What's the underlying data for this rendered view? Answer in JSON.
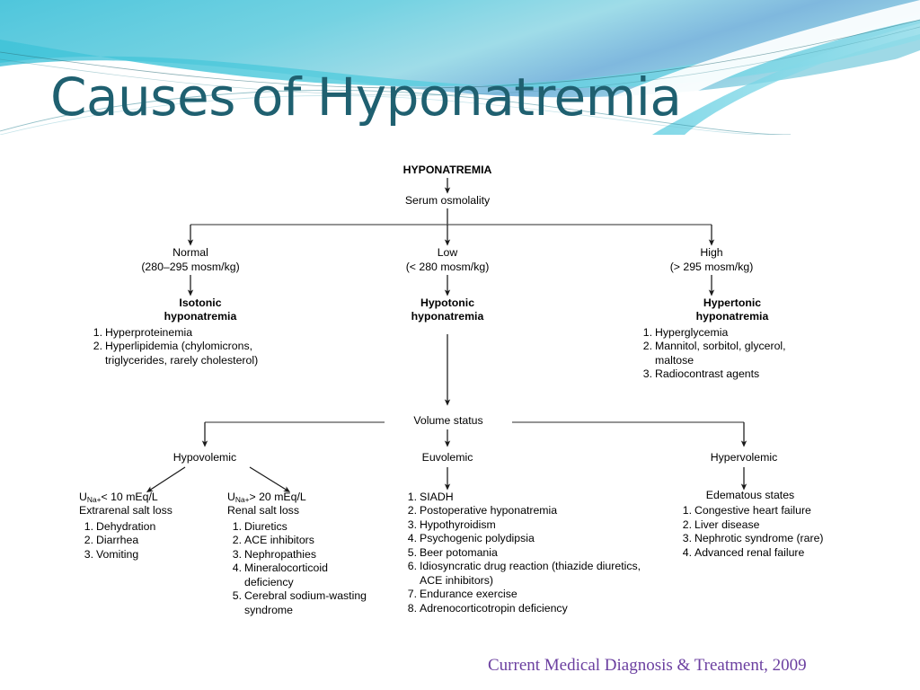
{
  "slide": {
    "title": "Causes of Hyponatremia",
    "title_color": "#1F6070",
    "citation": "Current Medical Diagnosis & Treatment, 2009",
    "citation_color": "#6B3FA0",
    "background": "#ffffff"
  },
  "chart_data": {
    "type": "diagram",
    "title": "HYPONATREMIA",
    "root": "HYPONATREMIA",
    "decision_1": "Serum osmolality",
    "decision_2": "Volume status",
    "osmolality_branches": [
      {
        "level": "Normal",
        "range": "(280–295 mosm/kg)",
        "diagnosis_line1": "Isotonic",
        "diagnosis_line2": "hyponatremia",
        "causes": [
          "Hyperproteinemia",
          "Hyperlipidemia (chylomicrons, triglycerides, rarely cholesterol)"
        ]
      },
      {
        "level": "Low",
        "range": "(< 280 mosm/kg)",
        "diagnosis_line1": "Hypotonic",
        "diagnosis_line2": "hyponatremia",
        "causes": []
      },
      {
        "level": "High",
        "range": "(> 295 mosm/kg)",
        "diagnosis_line1": "Hypertonic",
        "diagnosis_line2": "hyponatremia",
        "causes": [
          "Hyperglycemia",
          "Mannitol, sorbitol, glycerol, maltose",
          "Radiocontrast agents"
        ]
      }
    ],
    "volume_branches": [
      {
        "status": "Hypovolemic",
        "subgroups": [
          {
            "criterion_prefix": "U",
            "criterion_sub": "Na+",
            "criterion_value": "< 10 mEq/L",
            "label": "Extrarenal salt loss",
            "causes": [
              "Dehydration",
              "Diarrhea",
              "Vomiting"
            ]
          },
          {
            "criterion_prefix": "U",
            "criterion_sub": "Na+",
            "criterion_value": "> 20 mEq/L",
            "label": "Renal salt loss",
            "causes": [
              "Diuretics",
              "ACE inhibitors",
              "Nephropathies",
              "Mineralocorticoid deficiency",
              "Cerebral sodium-wasting syndrome"
            ]
          }
        ]
      },
      {
        "status": "Euvolemic",
        "label": "",
        "causes": [
          "SIADH",
          "Postoperative hyponatremia",
          "Hypothyroidism",
          "Psychogenic polydipsia",
          "Beer potomania",
          "Idiosyncratic drug reaction (thiazide diuretics, ACE inhibitors)",
          "Endurance exercise",
          "Adrenocorticotropin deficiency"
        ]
      },
      {
        "status": "Hypervolemic",
        "label": "Edematous states",
        "causes": [
          "Congestive heart failure",
          "Liver disease",
          "Nephrotic syndrome (rare)",
          "Advanced renal failure"
        ]
      }
    ]
  }
}
